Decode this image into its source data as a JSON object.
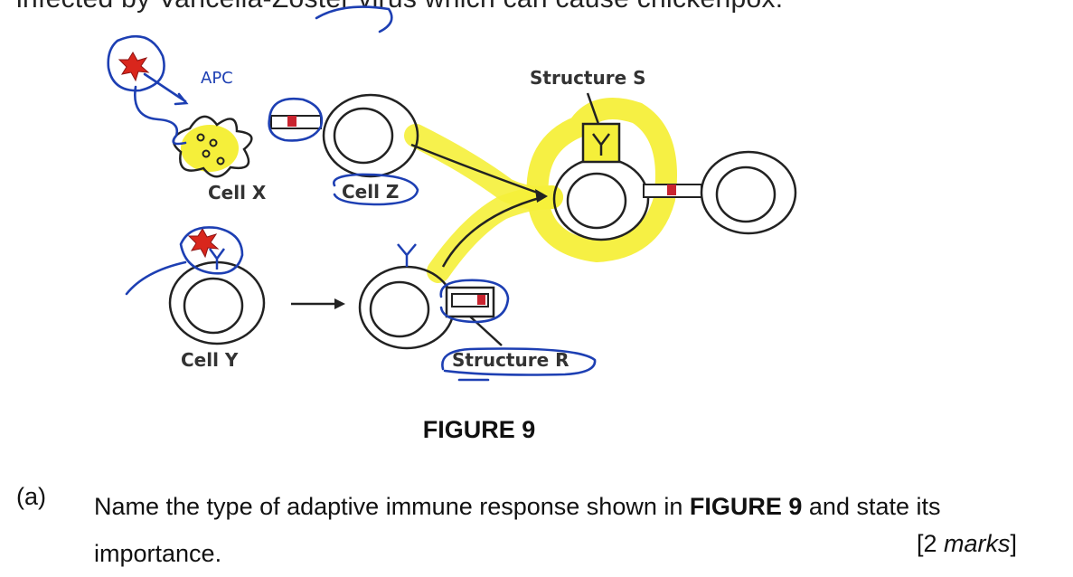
{
  "header": {
    "cut_text": "infected by Varicella-Zoster virus which can cause chickenpox."
  },
  "diagram": {
    "labels": {
      "structure_s": "Structure S",
      "cell_x": "Cell X",
      "cell_z": "Cell Z",
      "cell_y": "Cell Y",
      "structure_r": "Structure R"
    },
    "annotations": {
      "apc": "APC"
    },
    "colors": {
      "highlight": "#f5ef3a",
      "pen": "#1d3fb3",
      "marker": "#d9261c",
      "outline": "#111111"
    }
  },
  "figure": {
    "title": "FIGURE 9"
  },
  "question": {
    "number": "(a)",
    "text_part1": "Name the type of adaptive immune response shown in ",
    "text_bold": "FIGURE 9",
    "text_part2": " and state its importance.",
    "marks_open": "[2 ",
    "marks_word": "marks",
    "marks_close": "]"
  }
}
